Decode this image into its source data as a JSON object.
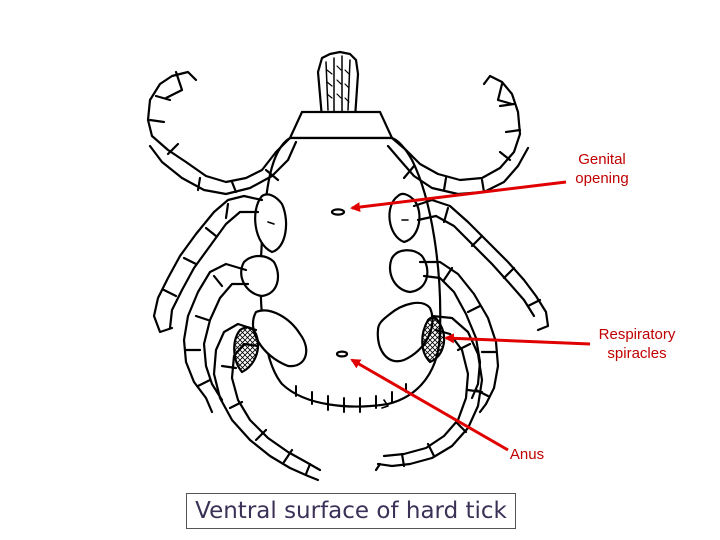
{
  "diagram": {
    "caption": "Ventral surface of hard tick",
    "labels": {
      "genital_opening_line1": "Genital",
      "genital_opening_line2": "opening",
      "respiratory_spiracles_line1": "Respiratory",
      "respiratory_spiracles_line2": "spiracles",
      "anus": "Anus"
    },
    "colors": {
      "label_text": "#c00000",
      "arrow": "#e00000",
      "drawing_line": "#000000",
      "caption_text": "#3b3157"
    }
  }
}
